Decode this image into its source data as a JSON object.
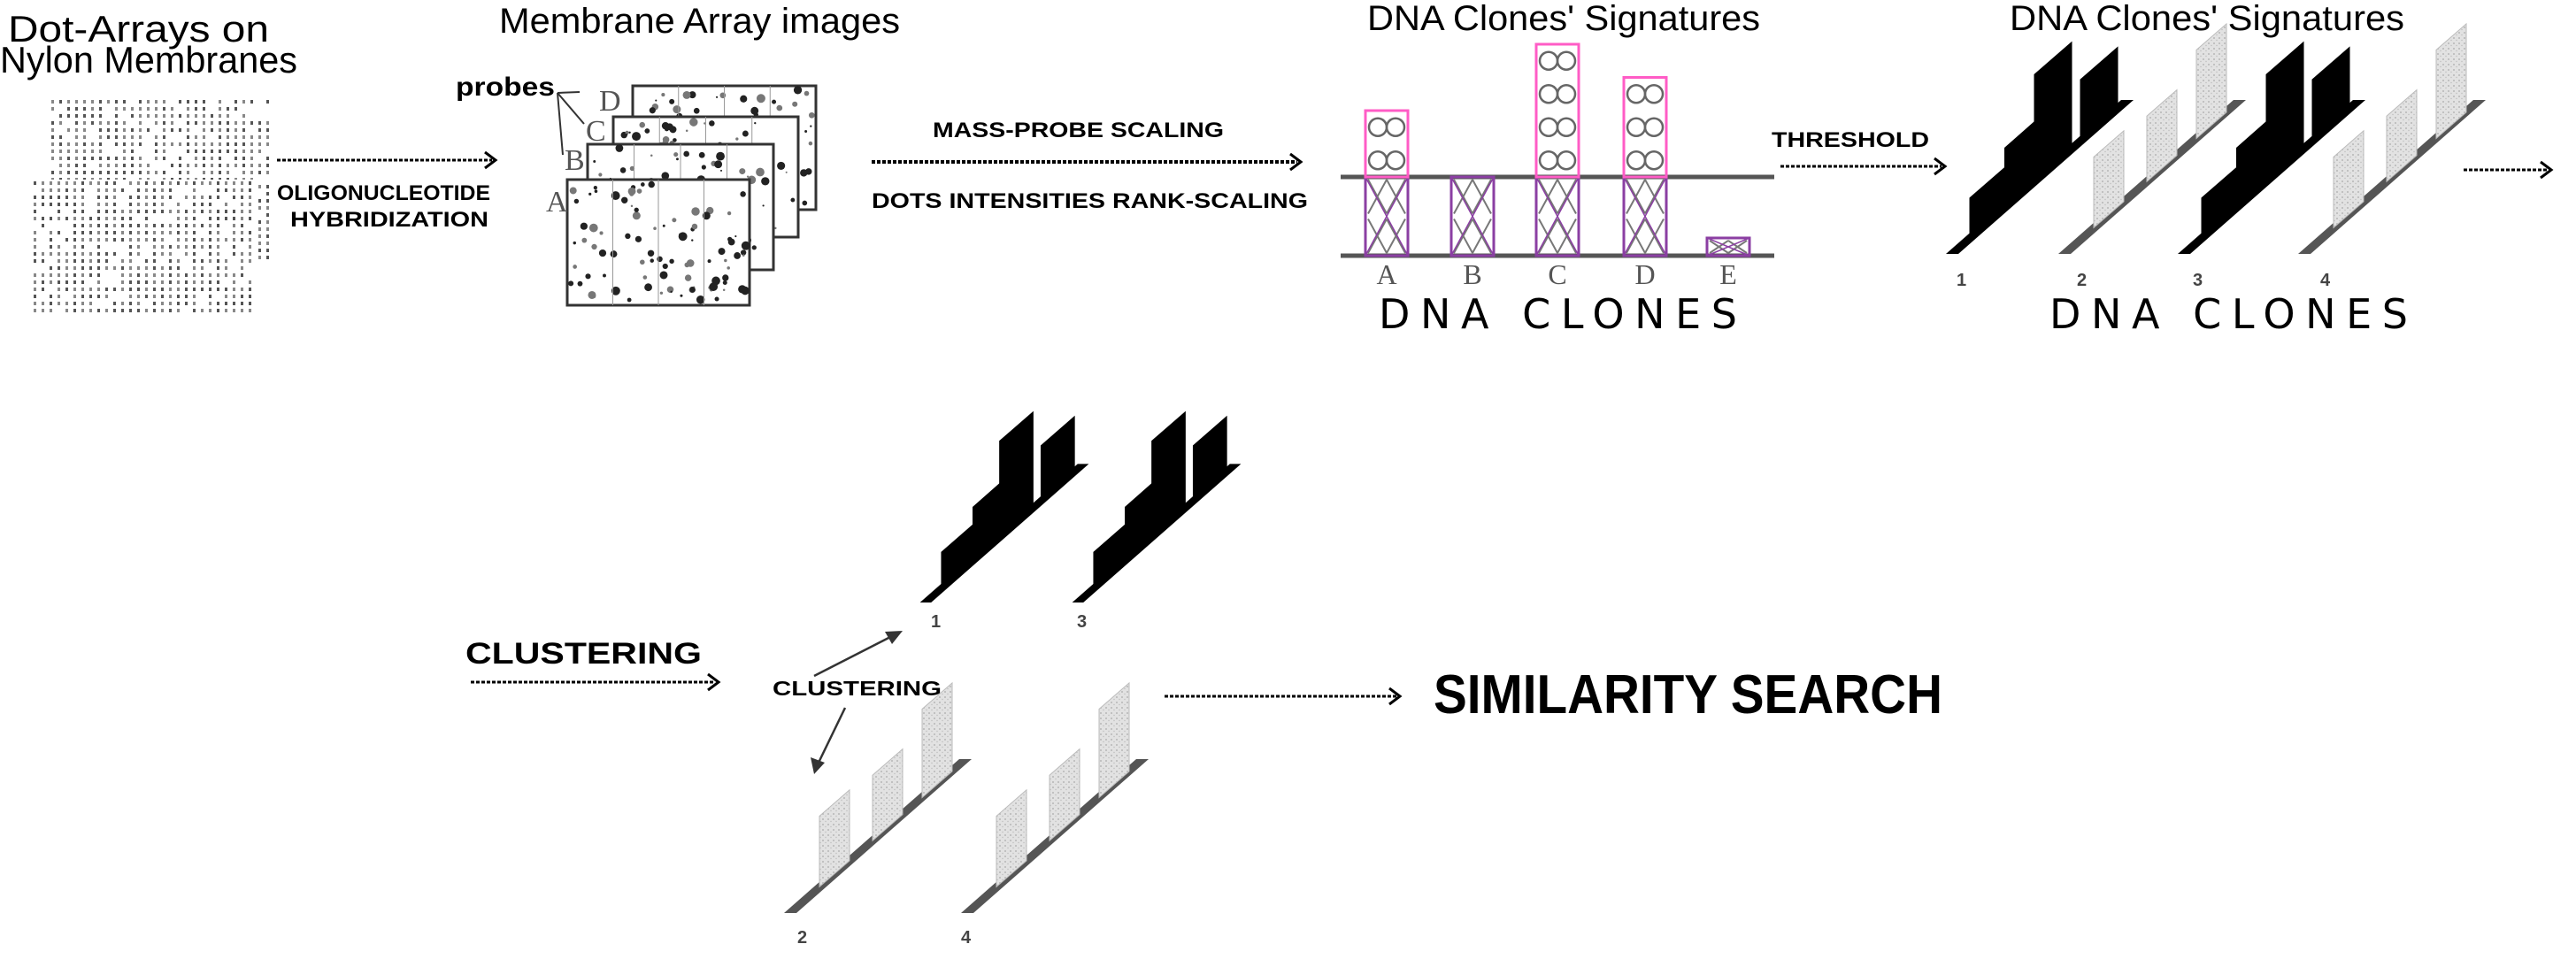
{
  "stage1": {
    "title_line1": "Dot-Arrays on",
    "title_line2": "Nylon Membranes"
  },
  "step1": {
    "label_line1": "OLIGONUCLEOTIDE",
    "label_line2": "HYBRIDIZATION"
  },
  "stage2": {
    "title": "Membrane Array images",
    "probes_label": "probes",
    "membranes": [
      "A",
      "B",
      "C",
      "D"
    ]
  },
  "step2": {
    "label_top": "MASS-PROBE SCALING",
    "label_bottom": "DOTS INTENSITIES RANK-SCALING"
  },
  "stage3": {
    "title": "DNA Clones' Signatures",
    "axis_label": "DNA CLONES",
    "threshold_cells": 2,
    "bars": [
      {
        "label": "A",
        "below_threshold": 2,
        "above_threshold": 2
      },
      {
        "label": "B",
        "below_threshold": 2,
        "above_threshold": 0
      },
      {
        "label": "C",
        "below_threshold": 2,
        "above_threshold": 4
      },
      {
        "label": "D",
        "below_threshold": 2,
        "above_threshold": 3
      },
      {
        "label": "E",
        "below_threshold": 1,
        "above_threshold": 0
      }
    ],
    "colors": {
      "below": "#8b3fa3",
      "above": "#ff5cc6",
      "lines": "#555555"
    }
  },
  "step3": {
    "label": "THRESHOLD"
  },
  "stage4": {
    "title": "DNA Clones' Signatures",
    "axis_label": "DNA CLONES",
    "clones": [
      {
        "label": "1",
        "kind": "black"
      },
      {
        "label": "2",
        "kind": "gray"
      },
      {
        "label": "3",
        "kind": "black"
      },
      {
        "label": "4",
        "kind": "gray"
      }
    ]
  },
  "step4": {
    "label": "CLUSTERING"
  },
  "clusters": {
    "label": "CLUSTERING",
    "group_black": [
      "1",
      "3"
    ],
    "group_gray": [
      "2",
      "4"
    ]
  },
  "result": {
    "label": "SIMILARITY SEARCH"
  }
}
